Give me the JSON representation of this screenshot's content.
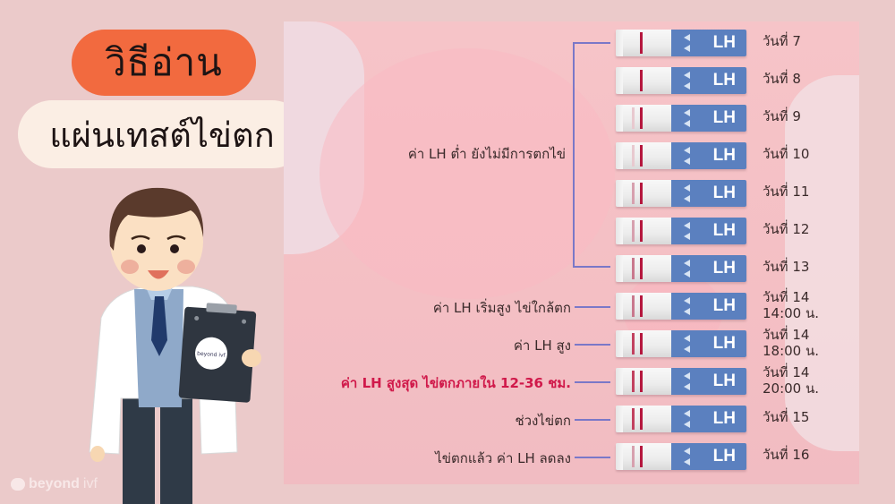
{
  "title": {
    "line1": "วิธีอ่าน",
    "line2": "แผ่นเทสต์ไข่ตก"
  },
  "colors": {
    "background": "#ebcaca",
    "title_pill": "#f26a3f",
    "subtitle_pill": "#fbeee4",
    "panel": "#f6c4c8",
    "strip_blue": "#5b80bf",
    "test_line": "#b5173e",
    "connector": "#7a78c8",
    "highlight_text": "#d0194a"
  },
  "bracket_label": "ค่า LH ต่ำ ยังไม่มีการตกไข่",
  "strip_text": "LH",
  "rows": [
    {
      "day": "วันที่ 7",
      "time": "",
      "label": "",
      "control_line": "none"
    },
    {
      "day": "วันที่ 8",
      "time": "",
      "label": "",
      "control_line": "none"
    },
    {
      "day": "วันที่ 9",
      "time": "",
      "label": "",
      "control_line": "faint"
    },
    {
      "day": "วันที่ 10",
      "time": "",
      "label": "",
      "control_line": "faint"
    },
    {
      "day": "วันที่ 11",
      "time": "",
      "label": "",
      "control_line": "light"
    },
    {
      "day": "วันที่ 12",
      "time": "",
      "label": "",
      "control_line": "light"
    },
    {
      "day": "วันที่ 13",
      "time": "",
      "label": "",
      "control_line": "medium"
    },
    {
      "day": "วันที่ 14",
      "time": "14:00 น.",
      "label": "ค่า LH เริ่มสูง ไข่ใกล้ตก",
      "control_line": "medium"
    },
    {
      "day": "วันที่ 14",
      "time": "18:00 น.",
      "label": "ค่า LH สูง",
      "control_line": "strong"
    },
    {
      "day": "วันที่ 14",
      "time": "20:00 น.",
      "label": "ค่า LH สูงสุด ไข่ตกภายใน 12-36 ชม.",
      "control_line": "strong",
      "highlight": true
    },
    {
      "day": "วันที่ 15",
      "time": "",
      "label": "ช่วงไข่ตก",
      "control_line": "strong"
    },
    {
      "day": "วันที่ 16",
      "time": "",
      "label": "ไข่ตกแล้ว ค่า LH ลดลง",
      "control_line": "light"
    }
  ],
  "logo": {
    "brand": "beyond",
    "suffix": "ivf"
  },
  "clipboard_logo": "beyond ivf"
}
